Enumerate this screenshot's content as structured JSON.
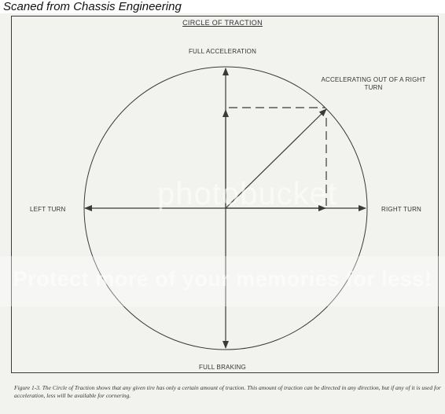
{
  "scan_caption": "Scaned from Chassis Engineering",
  "diagram": {
    "title": "CIRCLE OF TRACTION",
    "labels": {
      "top": "FULL ACCELERATION",
      "bottom": "FULL BRAKING",
      "left": "LEFT TURN",
      "right": "RIGHT TURN",
      "combined": "ACCELERATING OUT OF A RIGHT TURN"
    },
    "combined_vector_angle_deg": 45
  },
  "figure_caption": "Figure 1-3. The Circle of Traction shows that any given tire has only a certain amount of traction. This amount of traction can be directed in any direction, but if any of it is used for acceleration, less will be available for cornering.",
  "watermark": {
    "brand": "photobucket",
    "protect_text": "Protect more of your memories for less!"
  },
  "colors": {
    "line": "#3a3a3a",
    "page": "#f2f2ef"
  }
}
